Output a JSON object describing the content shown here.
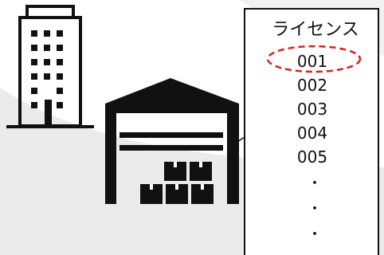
{
  "license_list": {
    "heading": "ライセンス",
    "items": [
      "001",
      "002",
      "003",
      "004",
      "005"
    ],
    "continuation_dots": [
      "・",
      "・",
      "・"
    ],
    "highlighted_item": "001",
    "highlight_color": "#e01e1e"
  },
  "icons": [
    "office-building-icon",
    "warehouse-icon"
  ]
}
